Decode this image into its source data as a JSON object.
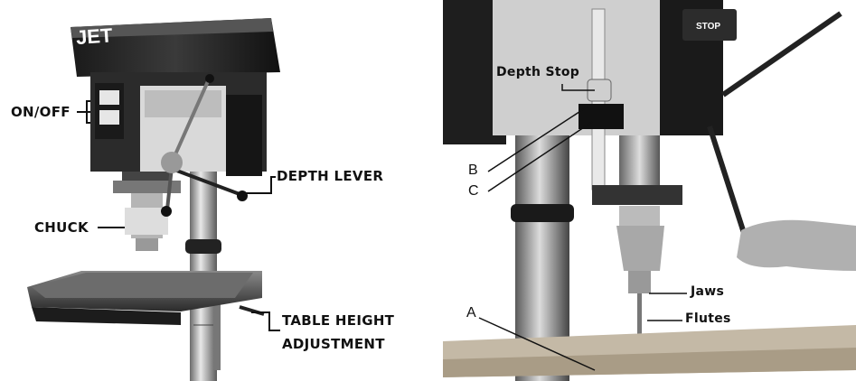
{
  "brand": {
    "logo_text": "JET",
    "stop_text": "STOP"
  },
  "left_callouts": {
    "on_off": "ON/OFF",
    "depth_lever": "DEPTH LEVER",
    "chuck": "CHUCK",
    "table_height_line1": "TABLE HEIGHT",
    "table_height_line2": "ADJUSTMENT"
  },
  "right_callouts": {
    "depth_stop": "Depth Stop",
    "b": "B",
    "c": "C",
    "a": "A",
    "jaws": "Jaws",
    "flutes": "Flutes"
  }
}
